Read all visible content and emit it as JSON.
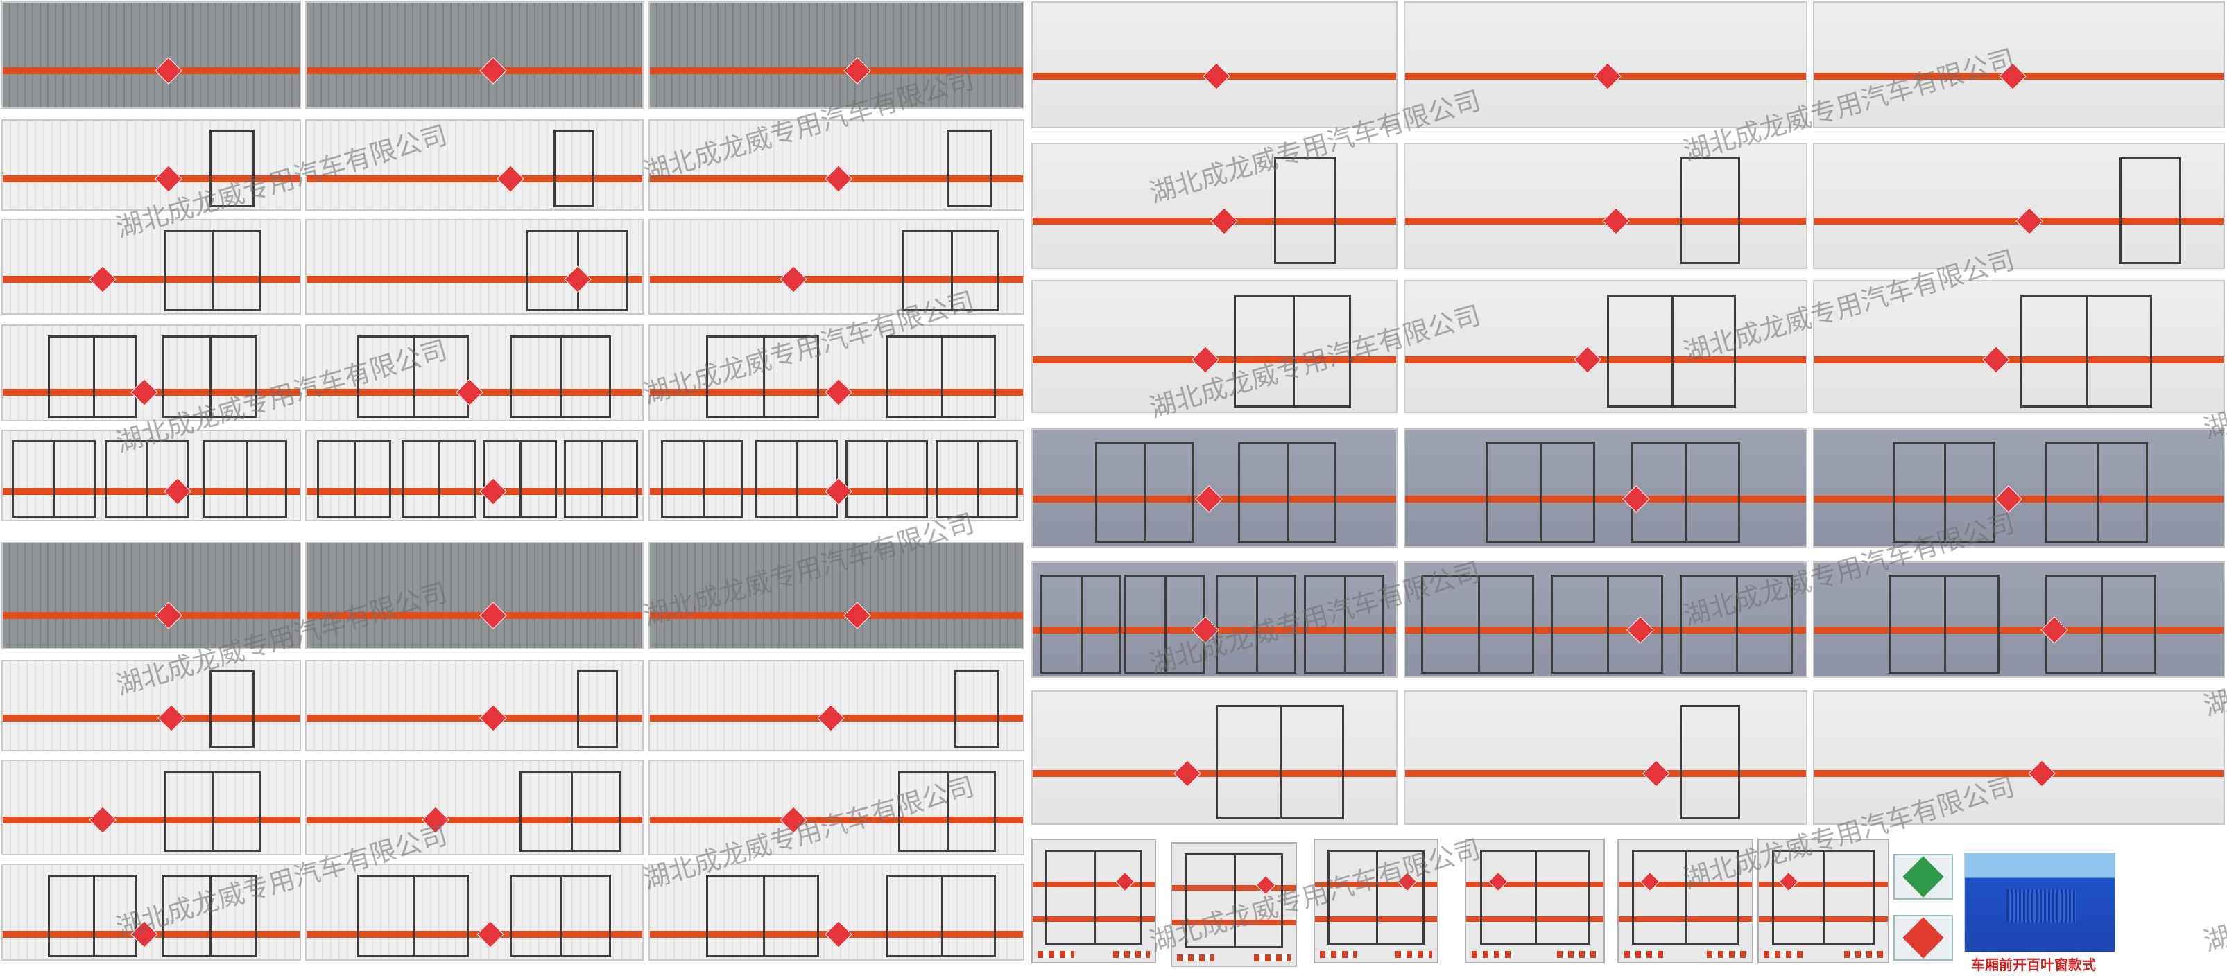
{
  "watermark": "湖北成龙威专用汽车有限公司",
  "caption": "车厢前开百叶窗款式",
  "icons": {
    "hazard_diamond": "flammable-hazard-diamond",
    "green_label": "green-hazard-label",
    "red_label": "red-hazard-label"
  },
  "colors": {
    "stripe": "#e24c1c",
    "hazard": "#e5353a",
    "blue_box": "#1e52c8"
  }
}
